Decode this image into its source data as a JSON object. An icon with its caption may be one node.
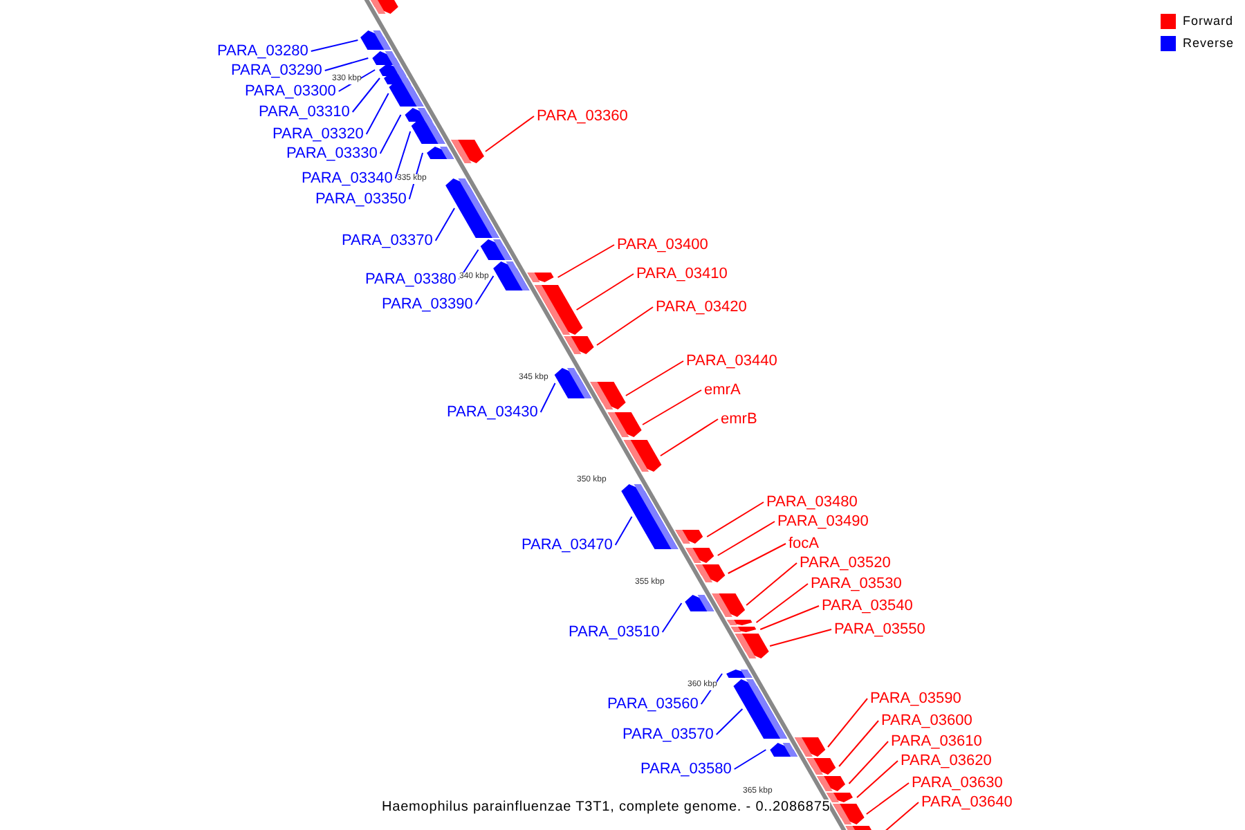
{
  "diagram": {
    "caption": "Haemophilus parainfluenzae T3T1, complete genome. - 0..2086875",
    "nodes": [
      {
        "text": [],
        "shape": "bar"
      },
      {
        "text": [
          "PARA_03280"
        ]
      },
      {
        "text": [],
        "shape": "bar"
      },
      {
        "text": [
          "PARA_03290"
        ]
      },
      {
        "text": [],
        "shape": "bar"
      },
      {
        "text": [
          "PARA_03300"
        ]
      },
      {
        "text": [],
        "shape": "bar"
      },
      {
        "text": [
          "PARA_03310"
        ]
      },
      {
        "text": [],
        "shape": "bar"
      },
      {
        "text": [
          "PARA_03320"
        ]
      },
      {
        "text": [],
        "shape": "bar"
      },
      {
        "text": [
          "PARA_03330"
        ]
      },
      {
        "text": [],
        "shape": "bar"
      },
      {
        "text": [
          "PARA_03340"
        ]
      },
      {
        "text": [],
        "shape": "bar"
      },
      {
        "text": [
          "PARA_03350"
        ]
      },
      {
        "text": [],
        "shape": "bar"
      },
      {
        "text": [
          "PARA_03360"
        ]
      },
      {
        "text": [],
        "shape": "bar"
      },
      {
        "text": [
          "PARA_03370"
        ]
      },
      {
        "text": [],
        "shape": "bar"
      },
      {
        "text": [
          "PARA_03380"
        ]
      },
      {
        "text": [],
        "shape": "bar"
      },
      {
        "text": [
          "PARA_03390"
        ]
      },
      {
        "text": [],
        "shape": "bar"
      },
      {
        "text": [
          "PARA_03400"
        ]
      },
      {
        "text": [],
        "shape": "bar"
      },
      {
        "text": [
          "PARA_03410"
        ]
      },
      {
        "text": [],
        "shape": "bar"
      },
      {
        "text": [
          "PARA_03420"
        ]
      },
      {
        "text": [],
        "shape": "bar"
      },
      {
        "text": [
          "PARA_03440"
        ]
      },
      {
        "text": [],
        "shape": "bar"
      },
      {
        "text": [
          "PARA_03430"
        ]
      },
      {
        "text": [],
        "shape": "bar"
      },
      {
        "text": [
          "emrA"
        ]
      },
      {
        "text": [],
        "shape": "bar"
      },
      {
        "text": [
          "emrB"
        ]
      },
      {
        "text": [],
        "shape": "bar"
      },
      {
        "text": [
          "PARA_03480"
        ]
      },
      {
        "text": [],
        "shape": "bar"
      },
      {
        "text": [
          "PARA_03490"
        ]
      },
      {
        "text": [],
        "shape": "bar"
      },
      {
        "text": [
          "PARA_03470"
        ]
      },
      {
        "text": [],
        "shape": "bar"
      },
      {
        "text": [
          "focA"
        ]
      },
      {
        "text": [],
        "shape": "bar"
      },
      {
        "text": [
          "PARA_03520"
        ]
      },
      {
        "text": [],
        "shape": "bar"
      },
      {
        "text": [
          "PARA_03530"
        ]
      },
      {
        "text": [],
        "shape": "bar"
      },
      {
        "text": [
          "PARA_03540"
        ]
      },
      {
        "text": [],
        "shape": "bar"
      },
      {
        "text": [
          "PARA_03550"
        ]
      },
      {
        "text": [],
        "shape": "bar"
      },
      {
        "text": [
          "PARA_03510"
        ]
      },
      {
        "text": [],
        "shape": "bar"
      },
      {
        "text": [
          "PARA_03590"
        ]
      },
      {
        "text": [],
        "shape": "bar"
      },
      {
        "text": [
          "PARA_03560"
        ]
      },
      {
        "text": [],
        "shape": "bar"
      },
      {
        "text": [
          "PARA_03600"
        ]
      },
      {
        "text": [],
        "shape": "bar"
      },
      {
        "text": [
          "PARA_03570"
        ]
      },
      {
        "text": [],
        "shape": "bar"
      },
      {
        "text": [
          "PARA_03610"
        ]
      },
      {
        "text": [],
        "shape": "bar"
      },
      {
        "text": [
          "PARA_03580"
        ]
      },
      {
        "text": [],
        "shape": "bar"
      },
      {
        "text": [
          "PARA_03620"
        ]
      },
      {
        "text": [],
        "shape": "bar"
      },
      {
        "text": [
          "PARA_03630"
        ]
      },
      {
        "text": [],
        "shape": "bar"
      },
      {
        "text": [
          "PARA_03640"
        ]
      },
      {
        "text": [],
        "shape": "bar"
      }
    ],
    "edges": [
      {
        "from": 1,
        "to": 2,
        "arrow": "none",
        "color": "#0000ff"
      },
      {
        "from": 3,
        "to": 4,
        "arrow": "none",
        "color": "#0000ff"
      },
      {
        "from": 5,
        "to": 6,
        "arrow": "none",
        "color": "#0000ff"
      },
      {
        "from": 7,
        "to": 8,
        "arrow": "none",
        "color": "#0000ff"
      },
      {
        "from": 9,
        "to": 10,
        "arrow": "none",
        "color": "#0000ff"
      },
      {
        "from": 11,
        "to": 12,
        "arrow": "none",
        "color": "#0000ff"
      },
      {
        "from": 13,
        "to": 14,
        "arrow": "none",
        "color": "#0000ff"
      },
      {
        "from": 15,
        "to": 16,
        "arrow": "none",
        "color": "#0000ff"
      },
      {
        "from": 17,
        "to": 18,
        "arrow": "none"
      },
      {
        "from": 19,
        "to": 20,
        "arrow": "none",
        "color": "#0000ff"
      },
      {
        "from": 21,
        "to": 22,
        "arrow": "none",
        "color": "#0000ff"
      },
      {
        "from": 23,
        "to": 24,
        "arrow": "none",
        "color": "#0000ff"
      },
      {
        "from": 25,
        "to": 26,
        "arrow": "none"
      },
      {
        "from": 27,
        "to": 28,
        "arrow": "none"
      },
      {
        "from": 29,
        "to": 30,
        "arrow": "none"
      },
      {
        "from": 31,
        "to": 32,
        "arrow": "none"
      },
      {
        "from": 33,
        "to": 34,
        "arrow": "none",
        "color": "#0000ff"
      },
      {
        "from": 35,
        "to": 36,
        "arrow": "none"
      },
      {
        "from": 37,
        "to": 38,
        "arrow": "none"
      },
      {
        "from": 39,
        "to": 40,
        "arrow": "none"
      },
      {
        "from": 41,
        "to": 42,
        "arrow": "none"
      },
      {
        "from": 43,
        "to": 44,
        "arrow": "none",
        "color": "#0000ff"
      },
      {
        "from": 45,
        "to": 46,
        "arrow": "none"
      },
      {
        "from": 47,
        "to": 48,
        "arrow": "none"
      },
      {
        "from": 49,
        "to": 50,
        "arrow": "none"
      },
      {
        "from": 51,
        "to": 52,
        "arrow": "none"
      },
      {
        "from": 53,
        "to": 54,
        "arrow": "none"
      },
      {
        "from": 55,
        "to": 56,
        "arrow": "none",
        "color": "#0000ff"
      },
      {
        "from": 57,
        "to": 58,
        "arrow": "none"
      },
      {
        "from": 59,
        "to": 60,
        "arrow": "none",
        "color": "#0000ff"
      },
      {
        "from": 61,
        "to": 62,
        "arrow": "none"
      },
      {
        "from": 63,
        "to": 64,
        "arrow": "none",
        "color": "#0000ff"
      },
      {
        "from": 65,
        "to": 66,
        "arrow": "none"
      },
      {
        "from": 67,
        "to": 68,
        "arrow": "none",
        "color": "#0000ff"
      },
      {
        "from": 69,
        "to": 70,
        "arrow": "none"
      },
      {
        "from": 71,
        "to": 72,
        "arrow": "none"
      },
      {
        "from": 73,
        "to": 74,
        "arrow": "none"
      }
    ],
    "labels": [
      "330 kbp",
      "335 kbp",
      "340 kbp",
      "345 kbp",
      "350 kbp",
      "355 kbp",
      "360 kbp",
      "365 kbp"
    ],
    "legend": [
      {
        "text": "Forward",
        "color": "#ff0000"
      },
      {
        "text": "Reverse",
        "color": "#0000ff"
      }
    ]
  }
}
